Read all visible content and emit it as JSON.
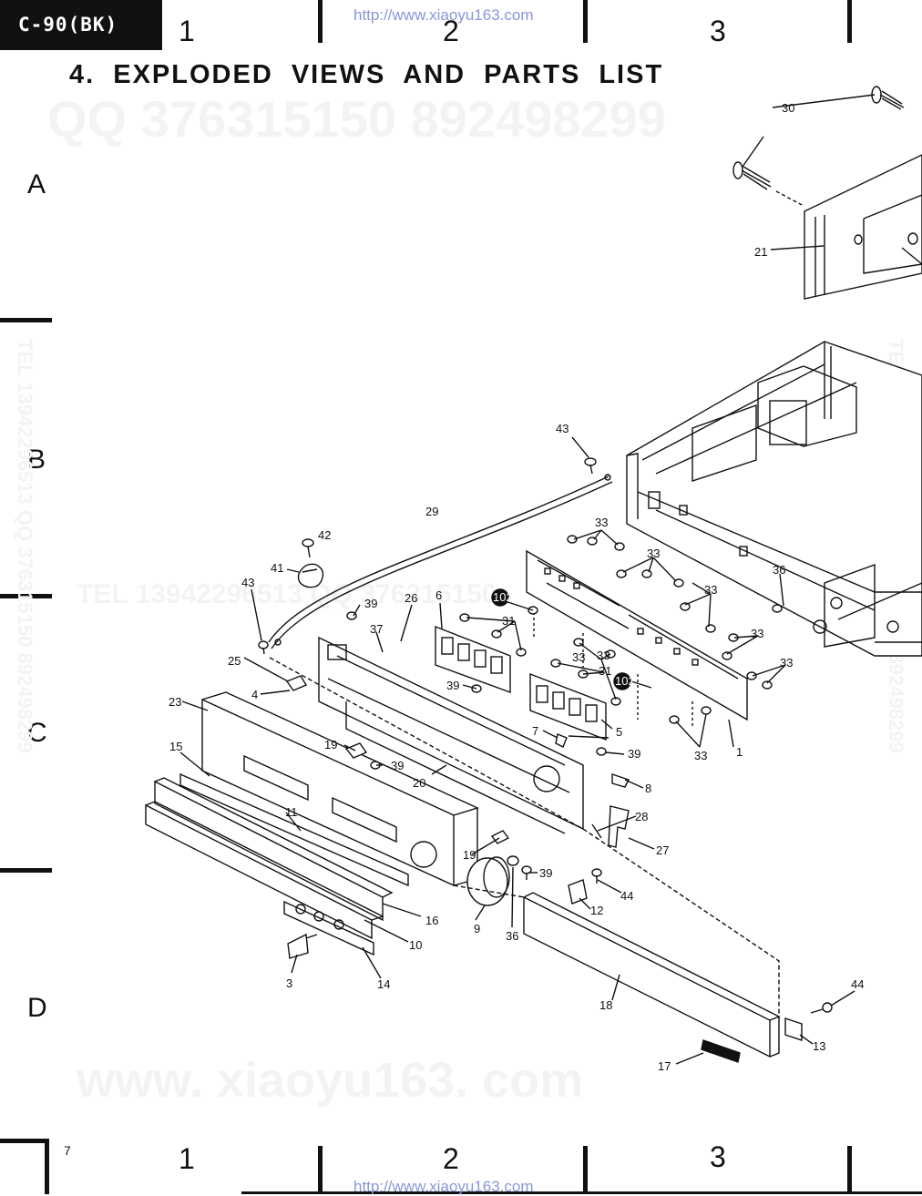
{
  "header": {
    "model_badge": "C-90(BK)",
    "title": "4. EXPLODED VIEWS AND PARTS LIST",
    "url_top": "http://www.xiaoyu163.com",
    "url_bottom": "http://www.xiaoyu163.com",
    "page_number": "7"
  },
  "grid": {
    "columns_top": [
      "1",
      "2",
      "3"
    ],
    "columns_bottom": [
      "1",
      "2",
      "3"
    ],
    "rows": [
      "A",
      "B",
      "C",
      "D"
    ]
  },
  "watermarks": {
    "top": "QQ 376315150   892498299",
    "middle": "TEL 13942296513   QQ 376315150",
    "bottom": "www. xiaoyu163. com",
    "left_vertical": "TEL 13942296513  QQ 376315150 892498299",
    "right_vertical": "TEL 13942296513  QQ 376315150 892498299"
  },
  "callouts": {
    "c30": "30",
    "c21": "21",
    "c43a": "43",
    "c43b": "43",
    "c29": "29",
    "c42": "42",
    "c41": "41",
    "c33a": "33",
    "c33b": "33",
    "c33c": "33",
    "c33d": "33",
    "c33e": "33",
    "c33f": "33",
    "c33g": "33",
    "c33h": "33",
    "c36a": "36",
    "c36b": "36",
    "c39a": "39",
    "c39b": "39",
    "c39c": "39",
    "c39d": "39",
    "c39e": "39",
    "c26": "26",
    "c6": "6",
    "c31a": "31",
    "c31b": "31",
    "c37": "37",
    "c25": "25",
    "c4": "4",
    "c102a": "102",
    "c102b": "102",
    "c23": "23",
    "c19a": "19",
    "c19b": "19",
    "c15": "15",
    "c20": "20",
    "c7": "7",
    "c5": "5",
    "c1": "1",
    "c8": "8",
    "c28": "28",
    "c27": "27",
    "c11": "11",
    "c16": "16",
    "c10": "10",
    "c9": "9",
    "c44a": "44",
    "c44b": "44",
    "c12": "12",
    "c3": "3",
    "c14": "14",
    "c18": "18",
    "c13": "13",
    "c17": "17"
  }
}
